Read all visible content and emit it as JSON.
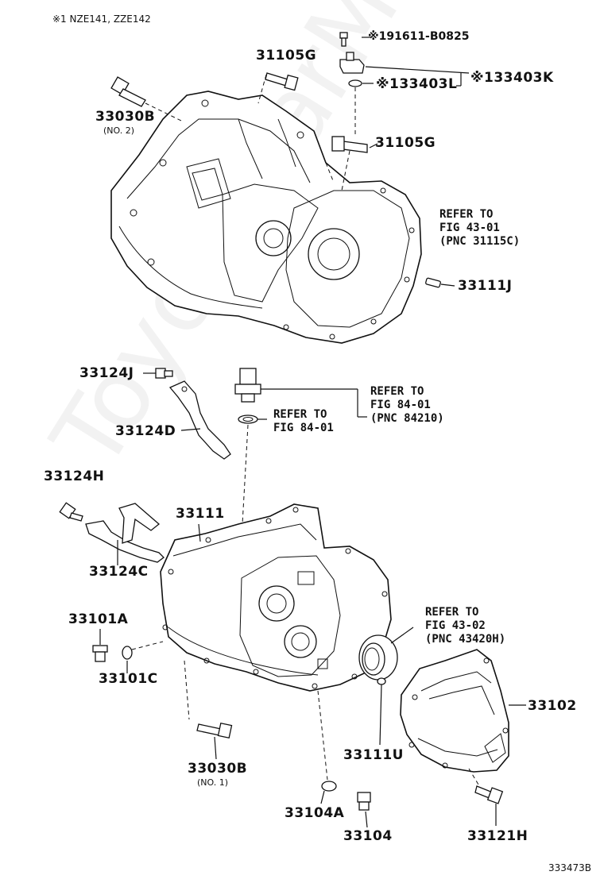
{
  "header_note": "※1 NZE141, ZZE142",
  "watermark": "ToyotaCarMine.ru",
  "diagram_id": "333473B",
  "labels": {
    "p191611": "※191611-B0825",
    "p33403L": "※133403L",
    "p33403K": "※133403K",
    "p31105G_top": "31105G",
    "p31105G_mid": "31105G",
    "p33030B_top": "33030B",
    "p33030B_top_sub": "(NO. 2)",
    "p33111J": "33111J",
    "p33124J": "33124J",
    "p33124D": "33124D",
    "p33124H": "33124H",
    "p33124C": "33124C",
    "p33111": "33111",
    "p33101A": "33101A",
    "p33101C": "33101C",
    "p33030B_bot": "33030B",
    "p33030B_bot_sub": "(NO. 1)",
    "p33104A": "33104A",
    "p33104": "33104",
    "p33111U": "33111U",
    "p33102": "33102",
    "p33121H": "33121H"
  },
  "refs": {
    "fig4301": "REFER TO\nFIG 43-01\n(PNC 31115C)",
    "fig8401_a": "REFER TO\nFIG 84-01\n(PNC 84210)",
    "fig8401_b": "REFER TO\nFIG 84-01",
    "fig4302": "REFER TO\nFIG 43-02\n(PNC 43420H)"
  }
}
